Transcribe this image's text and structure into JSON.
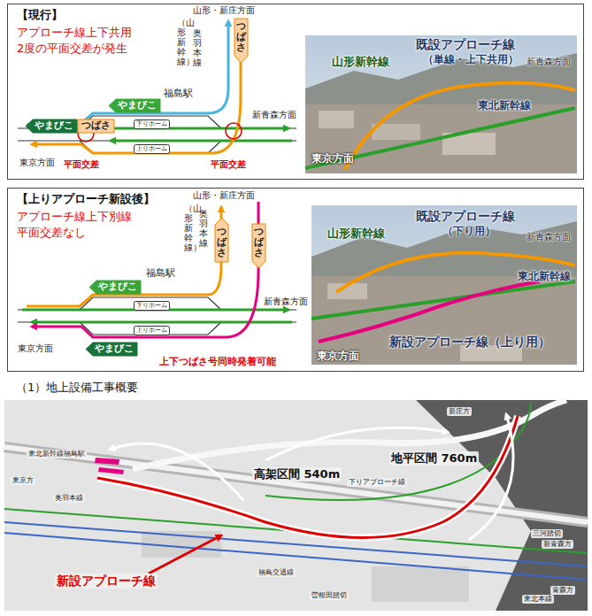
{
  "diagram": {
    "nodes": [
      {
        "text": [
          "【現行】",
          "アプローチ線上下共用",
          "2度の平面交差が発生"
        ]
      },
      {
        "text": [
          "つばさ"
        ],
        "in": 0
      },
      {
        "text": [
          "やまびこ"
        ],
        "in": 0
      },
      {
        "text": [
          "やまびこ"
        ],
        "in": 0
      },
      {
        "text": [
          "つばさ"
        ],
        "in": 0
      },
      {
        "text": [
          "下りホーム"
        ],
        "in": 0
      },
      {
        "text": [
          "上りホーム"
        ],
        "in": 0
      },
      {
        "text": [
          "【上りアプローチ新設後】",
          "アプローチ線上下別線",
          "平面交差なし"
        ]
      },
      {
        "text": [
          "つばさ"
        ],
        "in": 7
      },
      {
        "text": [
          "つばさ"
        ],
        "in": 7
      },
      {
        "text": [
          "やまびこ"
        ],
        "in": 7
      },
      {
        "text": [
          "やまびこ"
        ],
        "in": 7
      },
      {
        "text": [
          "下りホーム"
        ],
        "in": 7
      },
      {
        "text": [
          "上りホーム"
        ],
        "in": 7
      }
    ],
    "labels": [
      "山形・新庄方面",
      "（山形新幹線）",
      "奥羽本線",
      "福島駅",
      "新青森方面",
      "東京方面",
      "平面交差",
      "平面交差",
      "山形新幹線",
      "既設アプローチ線",
      "（単線・上下共用）",
      "新青森方面",
      "東北新幹線",
      "東京方面",
      "山形・新庄方面",
      "（山形新幹線）",
      "奥羽本線",
      "福島駅",
      "新青森方面",
      "東京方面",
      "上下つばさ号同時発着可能",
      "山形新幹線",
      "既設アプローチ線",
      "（下り用）",
      "新青森方面",
      "東北新幹線",
      "新設アプローチ線（上り用）",
      "東京方面",
      "（1）地上設備工事概要",
      "高架区間 540m",
      "地平区間 760m",
      "新設アプローチ線",
      "新庄方",
      "東北新幹線福島駅",
      "奥羽本線",
      "東京方",
      "下りアプローチ線",
      "三河踏切",
      "新青森方",
      "青森方",
      "東北本線",
      "福島交通線",
      "曽根田踏切"
    ]
  }
}
